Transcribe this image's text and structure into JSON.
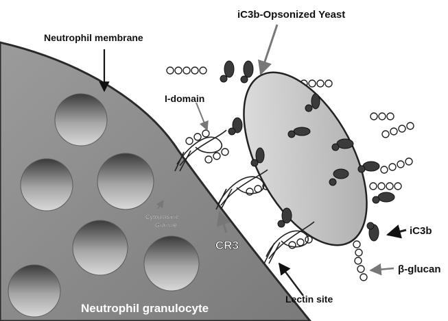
{
  "labels": {
    "yeast": "iC3b-Opsonized Yeast",
    "membrane": "Neutrophil membrane",
    "idomain": "I-domain",
    "granule_line1": "Cytoplasmic",
    "granule_line2": "Granule",
    "cr3": "CR3",
    "ic3b": "iC3b",
    "glucan": "β-glucan",
    "lectin": "Lectin site",
    "cell": "Neutrophil granulocyte"
  },
  "colors": {
    "cell_fill": "#8f8f8f",
    "cell_edge": "#2a2a2a",
    "yeast_fill": "#c6c6c6",
    "ic3b_blob": "#3b3b3b",
    "text": "#111111",
    "granule_text": "#ffffff"
  }
}
